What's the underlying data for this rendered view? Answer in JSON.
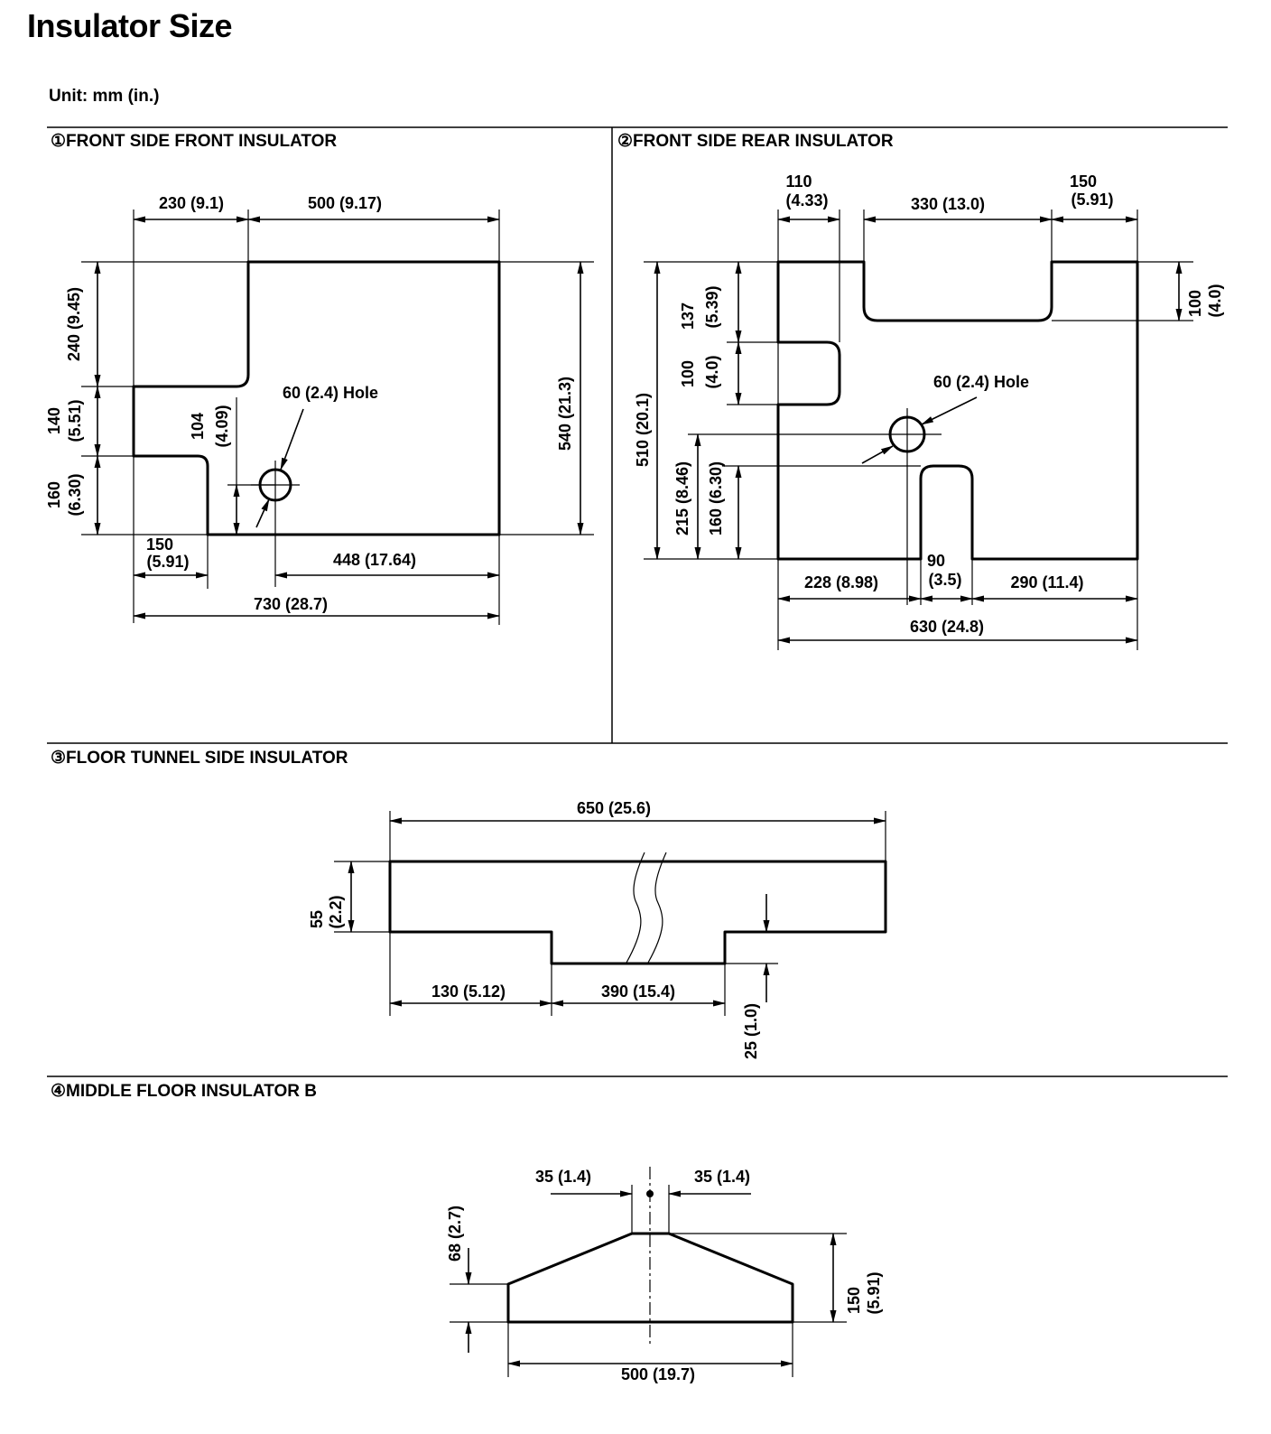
{
  "title": "Insulator Size",
  "unit": "Unit: mm (in.)",
  "sections": [
    {
      "title": "①FRONT SIDE FRONT INSULATOR",
      "dims": [
        "230 (9.1)",
        "500 (9.17)",
        "240 (9.45)",
        "140",
        "(5.51)",
        "160",
        "(6.30)",
        "104",
        "(4.09)",
        "60 (2.4) Hole",
        "540 (21.3)",
        "150",
        "(5.91)",
        "448 (17.64)",
        "730 (28.7)"
      ]
    },
    {
      "title": "②FRONT SIDE REAR INSULATOR",
      "dims": [
        "110",
        "(4.33)",
        "330 (13.0)",
        "150",
        "(5.91)",
        "137",
        "(5.39)",
        "100",
        "(4.0)",
        "100",
        "(4.0)",
        "60 (2.4) Hole",
        "510 (20.1)",
        "215 (8.46)",
        "160 (6.30)",
        "228 (8.98)",
        "90",
        "(3.5)",
        "290 (11.4)",
        "630 (24.8)"
      ]
    },
    {
      "title": "③FLOOR TUNNEL SIDE INSULATOR",
      "dims": [
        "650 (25.6)",
        "55",
        "(2.2)",
        "130 (5.12)",
        "390 (15.4)",
        "25 (1.0)"
      ]
    },
    {
      "title": "④MIDDLE FLOOR INSULATOR B",
      "dims": [
        "35 (1.4)",
        "35 (1.4)",
        "68 (2.7)",
        "150",
        "(5.91)",
        "500 (19.7)"
      ]
    }
  ]
}
